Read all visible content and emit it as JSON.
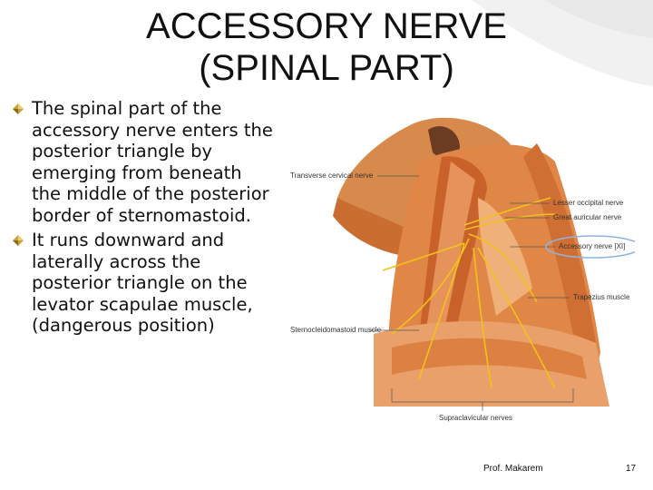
{
  "slide": {
    "title_line1": "ACCESSORY NERVE",
    "title_line2": "(SPINAL PART)",
    "bullets": [
      "The spinal part of the accessory nerve enters the posterior triangle by emerging from beneath the middle of the posterior border of sternomastoid.",
      "It runs downward and laterally across the posterior triangle on the levator scapulae muscle, (dangerous position)"
    ],
    "bullet_icon": "diamond-bullet-icon",
    "figure_labels": {
      "transverse_cervical": "Transverse cervical nerve",
      "lesser_occipital": "Lesser occipital nerve",
      "great_auricular": "Great auricular nerve",
      "accessory": "Accessory nerve [XI]",
      "trapezius": "Trapezius muscle",
      "sternocleidomastoid": "Sternocleidomastoid muscle",
      "supraclavicular": "Supraclavicular nerves"
    },
    "footer_author": "Prof. Makarem",
    "page_number": "17"
  },
  "colors": {
    "muscle": "#d9793a",
    "muscle_dark": "#b8561f",
    "nerve": "#f2c21a",
    "highlight_oval": "#8fb3e0"
  }
}
